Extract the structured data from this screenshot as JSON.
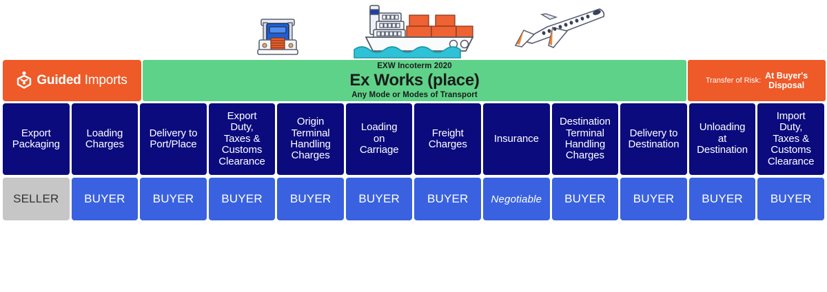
{
  "brand": {
    "logo_icon": "guided-imports-shield-icon",
    "name_bold": "Guided",
    "name_light": "Imports"
  },
  "term_banner": {
    "eyebrow": "EXW Incoterm 2020",
    "title": "Ex Works (place)",
    "subtitle": "Any Mode or Modes of Transport"
  },
  "risk_banner": {
    "label": "Transfer of Risk:",
    "value": "At Buyer's Disposal"
  },
  "transport_icons": [
    {
      "name": "truck-icon",
      "label": "Truck"
    },
    {
      "name": "container-ship-icon",
      "label": "Container Ship"
    },
    {
      "name": "airplane-icon",
      "label": "Airplane"
    }
  ],
  "colors": {
    "brand_orange": "#ee5a28",
    "banner_green": "#5fd289",
    "header_navy": "#0b0b7e",
    "buyer_blue": "#3a62e0",
    "seller_gray": "#c6c6c6"
  },
  "chart_data": {
    "type": "table",
    "title": "EXW Incoterm 2020 - Ex Works (place)",
    "categories": [
      "Export Packaging",
      "Loading Charges",
      "Delivery to Port/Place",
      "Export Duty, Taxes & Customs Clearance",
      "Origin Terminal Handling Charges",
      "Loading on Carriage",
      "Freight Charges",
      "Insurance",
      "Destination Terminal Handling Charges",
      "Delivery to Destination",
      "Unloading at Destination",
      "Import Duty, Taxes & Customs Clearance"
    ],
    "values": [
      "SELLER",
      "BUYER",
      "BUYER",
      "BUYER",
      "BUYER",
      "BUYER",
      "BUYER",
      "Negotiable",
      "BUYER",
      "BUYER",
      "BUYER",
      "BUYER"
    ]
  },
  "columns": [
    {
      "header": "Export\nPackaging",
      "lines": [
        "Export",
        "Packaging"
      ],
      "value": "SELLER",
      "party": "seller"
    },
    {
      "header": "Loading Charges",
      "lines": [
        "Loading",
        "Charges"
      ],
      "value": "BUYER",
      "party": "buyer"
    },
    {
      "header": "Delivery to Port",
      "lines": [
        "Delivery to",
        "Port/Place"
      ],
      "value": "BUYER",
      "party": "buyer"
    },
    {
      "header": "Export Duty",
      "lines": [
        "Export",
        "Duty,",
        "Taxes &",
        "Customs",
        "Clearance"
      ],
      "value": "BUYER",
      "party": "buyer"
    },
    {
      "header": "Origin THC",
      "lines": [
        "Origin",
        "Terminal",
        "Handling",
        "Charges"
      ],
      "value": "BUYER",
      "party": "buyer"
    },
    {
      "header": "Loading on Carriage",
      "lines": [
        "Loading",
        "on",
        "Carriage"
      ],
      "value": "BUYER",
      "party": "buyer"
    },
    {
      "header": "Freight Charges",
      "lines": [
        "Freight",
        "Charges"
      ],
      "value": "BUYER",
      "party": "buyer"
    },
    {
      "header": "Insurance",
      "lines": [
        "Insurance"
      ],
      "value": "Negotiable",
      "party": "negotiable"
    },
    {
      "header": "Destination THC",
      "lines": [
        "Destination",
        "Terminal",
        "Handling",
        "Charges"
      ],
      "value": "BUYER",
      "party": "buyer"
    },
    {
      "header": "Delivery to Dest",
      "lines": [
        "Delivery to",
        "Destination"
      ],
      "value": "BUYER",
      "party": "buyer"
    },
    {
      "header": "Unloading at Dest",
      "lines": [
        "Unloading",
        "at",
        "Destination"
      ],
      "value": "BUYER",
      "party": "buyer"
    },
    {
      "header": "Import Duty",
      "lines": [
        "Import",
        "Duty,",
        "Taxes &",
        "Customs",
        "Clearance"
      ],
      "value": "BUYER",
      "party": "buyer"
    }
  ]
}
